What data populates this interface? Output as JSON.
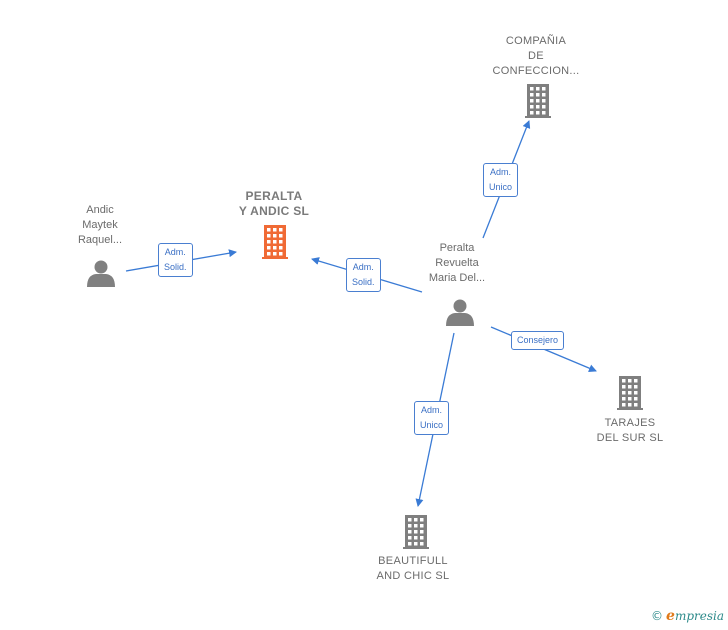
{
  "colors": {
    "edge": "#3a7bd5",
    "company": "#7f7f7f",
    "company_focus": "#f06a35",
    "person": "#808080"
  },
  "nodes": [
    {
      "id": "peralta-y-andic",
      "type": "company",
      "focus": true,
      "label": "PERALTA\nY ANDIC  SL"
    },
    {
      "id": "compania-de-confeccion",
      "type": "company",
      "focus": false,
      "label": "COMPAÑIA\nDE\nCONFECCION..."
    },
    {
      "id": "tarajes-del-sur",
      "type": "company",
      "focus": false,
      "label": "TARAJES\nDEL SUR SL"
    },
    {
      "id": "beautifull-and-chic",
      "type": "company",
      "focus": false,
      "label": "BEAUTIFULL\nAND CHIC SL"
    },
    {
      "id": "andic-maytek-raquel",
      "type": "person",
      "label": "Andic\nMaytek\nRaquel..."
    },
    {
      "id": "peralta-revuelta-maria",
      "type": "person",
      "label": "Peralta\nRevuelta\nMaria Del..."
    }
  ],
  "edges": [
    {
      "from": "andic-maytek-raquel",
      "to": "peralta-y-andic",
      "label": "Adm.\nSolid."
    },
    {
      "from": "peralta-revuelta-maria",
      "to": "peralta-y-andic",
      "label": "Adm.\nSolid."
    },
    {
      "from": "peralta-revuelta-maria",
      "to": "compania-de-confeccion",
      "label": "Adm.\nUnico"
    },
    {
      "from": "peralta-revuelta-maria",
      "to": "tarajes-del-sur",
      "label": "Consejero"
    },
    {
      "from": "peralta-revuelta-maria",
      "to": "beautifull-and-chic",
      "label": "Adm.\nUnico"
    }
  ],
  "watermark": {
    "copyright": "©",
    "brand_initial": "e",
    "brand_rest": "mpresia"
  }
}
